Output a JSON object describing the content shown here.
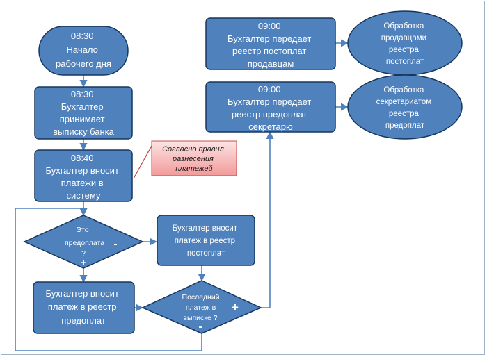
{
  "nodes": {
    "start": {
      "lines": [
        "08:30",
        "Начало",
        "рабочего дня"
      ]
    },
    "receive": {
      "lines": [
        "08:30",
        "Бухгалтер",
        "принимает",
        "выписку банка"
      ]
    },
    "enter": {
      "lines": [
        "08:40",
        "Бухгалтер  вносит",
        "платежи в",
        "систему"
      ]
    },
    "decision_prepay": {
      "lines": [
        "Это",
        "предоплата",
        "?"
      ]
    },
    "post_register": {
      "lines": [
        "Бухгалтер вносит",
        "платеж  в реестр",
        "постоплат"
      ]
    },
    "pre_register": {
      "lines": [
        "Бухгалтер вносит",
        "платеж  в реестр",
        "предоплат"
      ]
    },
    "decision_last": {
      "lines": [
        "Последний",
        "платеж в",
        "выписке ?"
      ]
    },
    "send_post": {
      "lines": [
        "09:00",
        "Бухгалтер  передает",
        "реестр постоплат",
        "продавцам"
      ]
    },
    "send_pre": {
      "lines": [
        "09:00",
        "Бухгалтер  передает",
        "реестр предоплат",
        "секретарю"
      ]
    },
    "proc_sales": {
      "lines": [
        "Обработка",
        "продавцами",
        "реестра",
        "постоплат"
      ]
    },
    "proc_secretary": {
      "lines": [
        "Обработка",
        "секретариатом",
        "реестра",
        "предоплат"
      ]
    }
  },
  "note": {
    "lines": [
      "Согласно правил",
      "разнесения",
      "платежей"
    ]
  },
  "signs": {
    "prepay_no": "-",
    "prepay_yes": "+",
    "last_yes": "+",
    "last_no": "-"
  },
  "colors": {
    "node_fill": "#4f81bd",
    "node_stroke": "#17375e",
    "arrow": "#4f81bd",
    "note_fill_top": "#fde0e0",
    "note_fill_bottom": "#f29a9a",
    "note_stroke": "#c0504d"
  }
}
